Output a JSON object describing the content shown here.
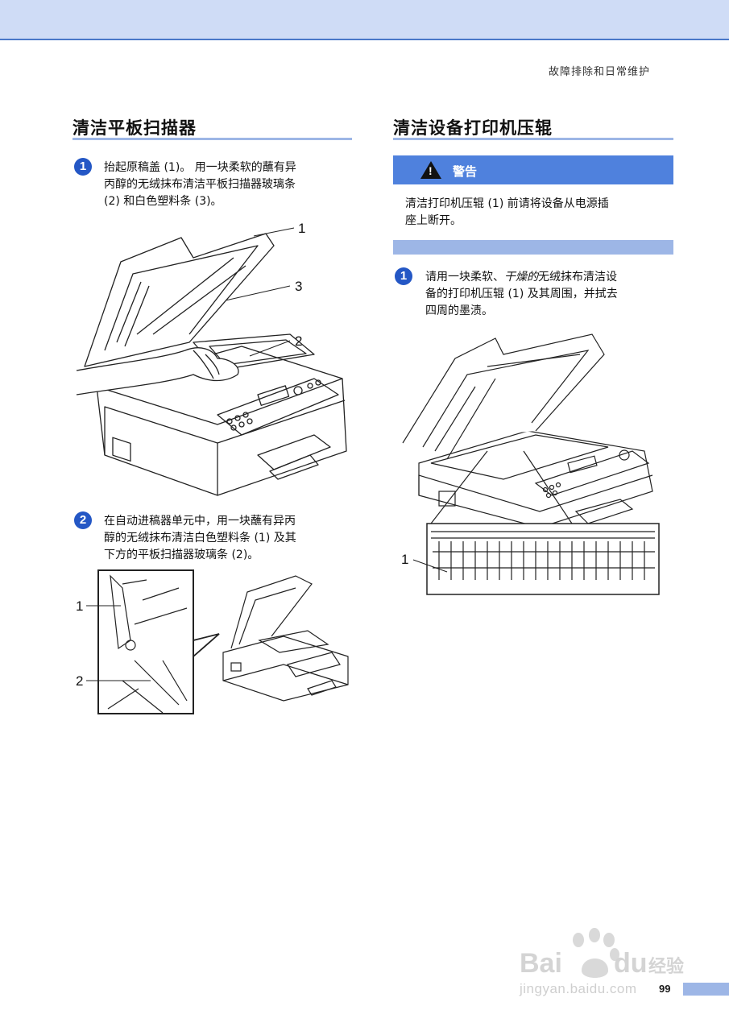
{
  "header": {
    "running_title": "故障排除和日常维护"
  },
  "left": {
    "title": "清洁平板扫描器",
    "step1": {
      "num": "1",
      "lines": [
        "抬起原稿盖 (1)。 用一块柔软的蘸有异",
        "丙醇的无绒抹布清洁平板扫描器玻璃条",
        "(2) 和白色塑料条 (3)。"
      ]
    },
    "fig1_callouts": [
      "1",
      "3",
      "2"
    ],
    "step2": {
      "num": "2",
      "lines": [
        "在自动进稿器单元中，用一块蘸有异丙",
        "醇的无绒抹布清洁白色塑料条 (1) 及其",
        "下方的平板扫描器玻璃条 (2)。"
      ]
    },
    "fig2_callouts": [
      "1",
      "2"
    ]
  },
  "right": {
    "title": "清洁设备打印机压辊",
    "warning": {
      "label": "警告",
      "lines": [
        "清洁打印机压辊 (1) 前请将设备从电源插",
        "座上断开。"
      ]
    },
    "step1": {
      "num": "1",
      "line1_pre": "请用一块柔软、",
      "line1_italic": "干燥的",
      "line1_post": "无绒抹布清洁设",
      "lines_rest": [
        "备的打印机压辊 (1) 及其周围，并拭去",
        "四周的墨渍。"
      ]
    },
    "fig3_callouts": [
      "1"
    ]
  },
  "footer": {
    "page_number": "99",
    "watermark": "jingyan.baidu.com"
  }
}
